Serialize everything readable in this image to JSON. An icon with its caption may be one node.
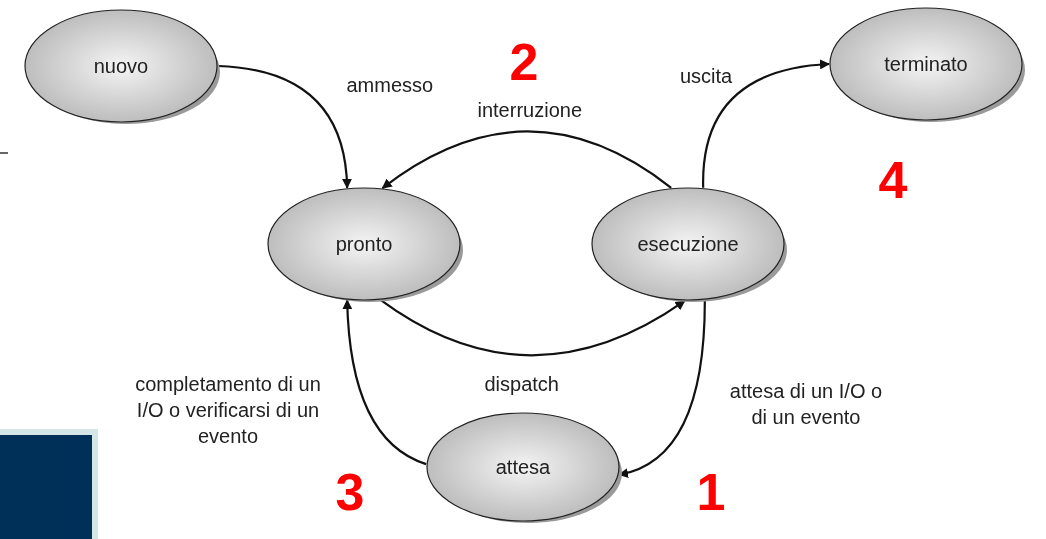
{
  "diagram": {
    "nodes": [
      {
        "text": [
          "nuovo"
        ]
      },
      {
        "text": [
          "terminato"
        ]
      },
      {
        "text": [
          "pronto"
        ]
      },
      {
        "text": [
          "esecuzione"
        ]
      },
      {
        "text": [
          "attesa"
        ]
      }
    ],
    "edges": [
      {
        "from": 0,
        "to": 2,
        "arrow": "to",
        "label": "ammesso"
      },
      {
        "from": 3,
        "to": 2,
        "arrow": "to",
        "label": "interruzione"
      },
      {
        "from": 3,
        "to": 1,
        "arrow": "to",
        "label": "uscita"
      },
      {
        "from": 2,
        "to": 3,
        "arrow": "to",
        "label": "dispatch"
      },
      {
        "from": 3,
        "to": 4,
        "arrow": "to",
        "label": "attesa di un I/O o di un evento"
      },
      {
        "from": 4,
        "to": 2,
        "arrow": "to",
        "label": "completamento di un I/O o verificarsi di un evento"
      }
    ],
    "labels": [
      "2",
      "4",
      "3",
      "1"
    ]
  }
}
